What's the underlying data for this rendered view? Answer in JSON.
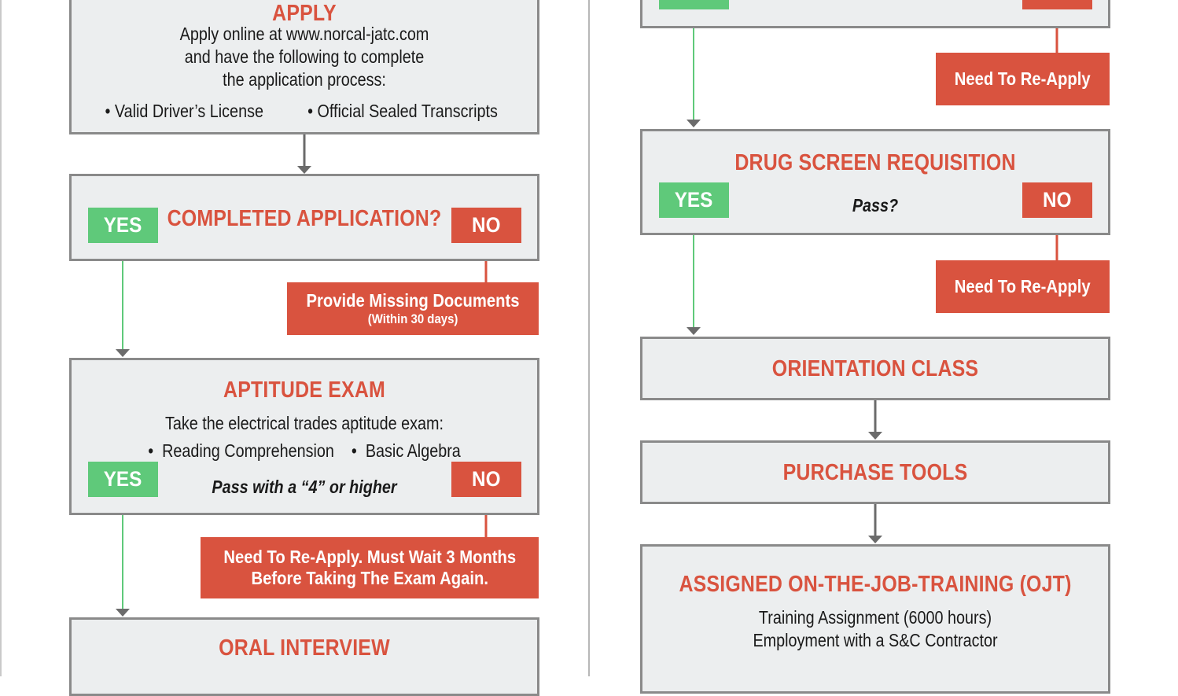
{
  "left": {
    "apply": {
      "title": "APPLY",
      "line1": "Apply online at www.norcal-jatc.com",
      "line2": "and have the following to complete",
      "line3": "the application process:",
      "bullet1": "•  Valid Driver’s License",
      "bullet2": "•  Official Sealed Transcripts"
    },
    "completed": {
      "title": "COMPLETED APPLICATION?",
      "yes": "YES",
      "no": "NO",
      "no_action": "Provide Missing Documents",
      "no_action_sub": "(Within 30 days)"
    },
    "aptitude": {
      "title": "APTITUDE EXAM",
      "line1": "Take the electrical trades aptitude exam:",
      "bullets": "•  Reading Comprehension    •  Basic Algebra",
      "question": "Pass with a “4” or higher",
      "yes": "YES",
      "no": "NO",
      "no_action_line1": "Need To Re-Apply. Must Wait 3 Months",
      "no_action_line2": "Before Taking The Exam  Again."
    },
    "oral": {
      "title": "ORAL INTERVIEW"
    }
  },
  "right": {
    "top": {
      "no_action": "Need To Re-Apply"
    },
    "drug": {
      "title": "DRUG SCREEN REQUISITION",
      "question": "Pass?",
      "yes": "YES",
      "no": "NO",
      "no_action": "Need To Re-Apply"
    },
    "orientation": {
      "title": "ORIENTATION CLASS"
    },
    "tools": {
      "title": "PURCHASE TOOLS"
    },
    "ojt": {
      "title": "ASSIGNED ON-THE-JOB-TRAINING (OJT)",
      "line1": "Training Assignment (6000 hours)",
      "line2": "Employment with a S&C Contractor"
    }
  },
  "colors": {
    "title_red": "#d9533f",
    "yes_green": "#5fc97a",
    "no_red": "#d9533f",
    "box_fill": "#eceeef",
    "box_border": "#8a8a8a"
  }
}
